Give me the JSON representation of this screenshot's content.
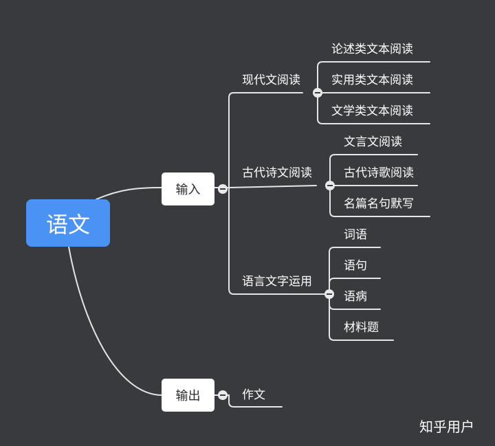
{
  "root": {
    "label": "语文"
  },
  "branches": [
    {
      "label": "输入",
      "subtopics": [
        {
          "label": "现代文阅读",
          "items": [
            "论述类文本阅读",
            "实用类文本阅读",
            "文学类文本阅读"
          ]
        },
        {
          "label": "古代诗文阅读",
          "items": [
            "文言文阅读",
            "古代诗歌阅读",
            "名篇名句默写"
          ]
        },
        {
          "label": "语言文字运用",
          "items": [
            "词语",
            "语句",
            "语病",
            "材料题"
          ]
        }
      ]
    },
    {
      "label": "输出",
      "subtopics": [
        {
          "label": "作文",
          "items": []
        }
      ]
    }
  ],
  "watermark": "知乎用户",
  "colors": {
    "background": "#393a3d",
    "root": "#4a93f5",
    "line": "#e6e6e6",
    "text": "#ffffff"
  }
}
